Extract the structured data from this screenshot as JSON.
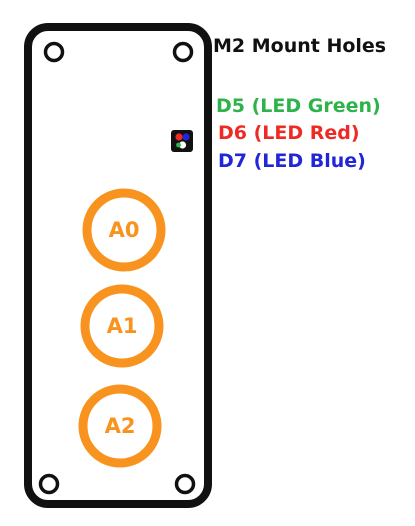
{
  "labels": {
    "mount_holes": "M2 Mount Holes",
    "led_green": "D5 (LED Green)",
    "led_red": "D6 (LED Red)",
    "led_blue": "D7 (LED Blue)"
  },
  "pads": [
    {
      "label": "A0"
    },
    {
      "label": "A1"
    },
    {
      "label": "A2"
    }
  ],
  "colors": {
    "outline": "#111111",
    "pad": "#f7931e",
    "led_green": "#2db34a",
    "led_red": "#ee2a24",
    "led_blue": "#2326d6",
    "mount_text": "#111111"
  }
}
